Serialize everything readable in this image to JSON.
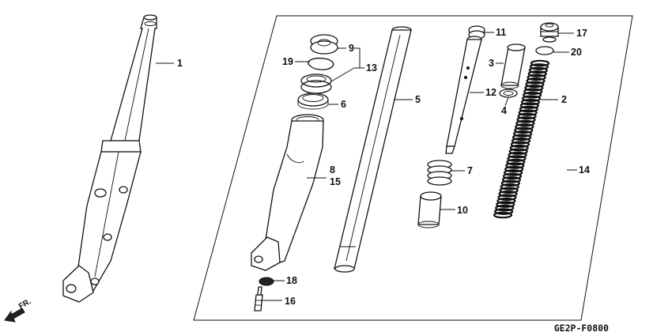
{
  "diagram_code": "GE2P-F0800",
  "direction_label": "FR.",
  "callouts": [
    {
      "id": "p1",
      "text": "1"
    },
    {
      "id": "p2",
      "text": "2"
    },
    {
      "id": "p3",
      "text": "3"
    },
    {
      "id": "p4",
      "text": "4"
    },
    {
      "id": "p5",
      "text": "5"
    },
    {
      "id": "p6",
      "text": "6"
    },
    {
      "id": "p7",
      "text": "7"
    },
    {
      "id": "p8",
      "text": "8"
    },
    {
      "id": "p9",
      "text": "9"
    },
    {
      "id": "p10",
      "text": "10"
    },
    {
      "id": "p11",
      "text": "11"
    },
    {
      "id": "p12",
      "text": "12"
    },
    {
      "id": "p13",
      "text": "13"
    },
    {
      "id": "p14",
      "text": "14"
    },
    {
      "id": "p15",
      "text": "15"
    },
    {
      "id": "p16",
      "text": "16"
    },
    {
      "id": "p17",
      "text": "17"
    },
    {
      "id": "p18",
      "text": "18"
    },
    {
      "id": "p19",
      "text": "19"
    },
    {
      "id": "p20",
      "text": "20"
    }
  ]
}
